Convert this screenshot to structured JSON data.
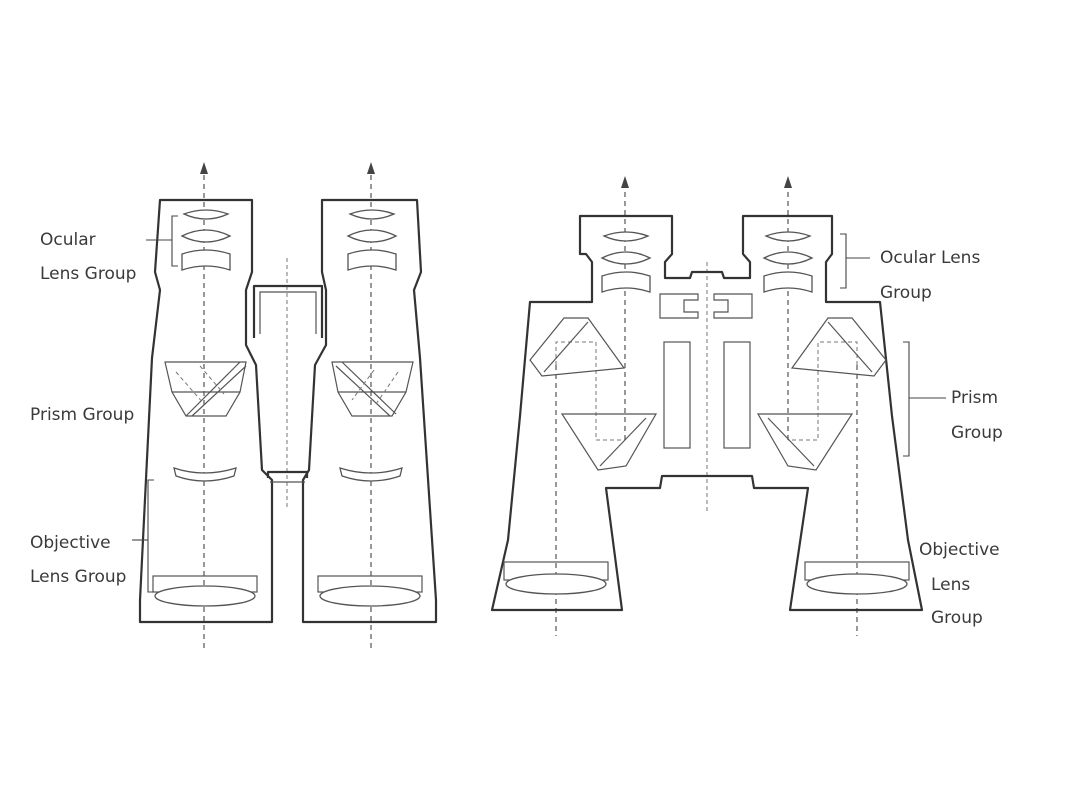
{
  "left_diagram": {
    "labels": {
      "ocular_line1": "Ocular",
      "ocular_line2": "Lens Group",
      "prism": "Prism Group",
      "objective_line1": "Objective",
      "objective_line2": "Lens Group"
    }
  },
  "right_diagram": {
    "labels": {
      "ocular_line1": "Ocular Lens",
      "ocular_line2": "Group",
      "prism_line1": "Prism",
      "prism_line2": "Group",
      "objective_line1": "Objective",
      "objective_line2": "Lens",
      "objective_line3": "Group"
    }
  },
  "colors": {
    "line": "#333333",
    "text": "#3a3a3a",
    "background": "#ffffff"
  }
}
